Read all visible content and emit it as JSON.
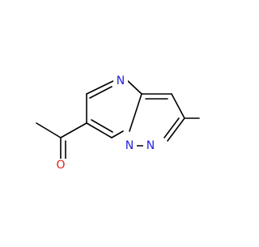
{
  "structure": {
    "atoms": {
      "n4": {
        "symbol": "N",
        "color": "#1f1fe0"
      },
      "n1": {
        "symbol": "N",
        "color": "#1f1fe0"
      },
      "n2": {
        "symbol": "N",
        "color": "#1f1fe0"
      },
      "o": {
        "symbol": "O",
        "color": "#e01f1f"
      }
    },
    "bond_color": "#000000"
  }
}
